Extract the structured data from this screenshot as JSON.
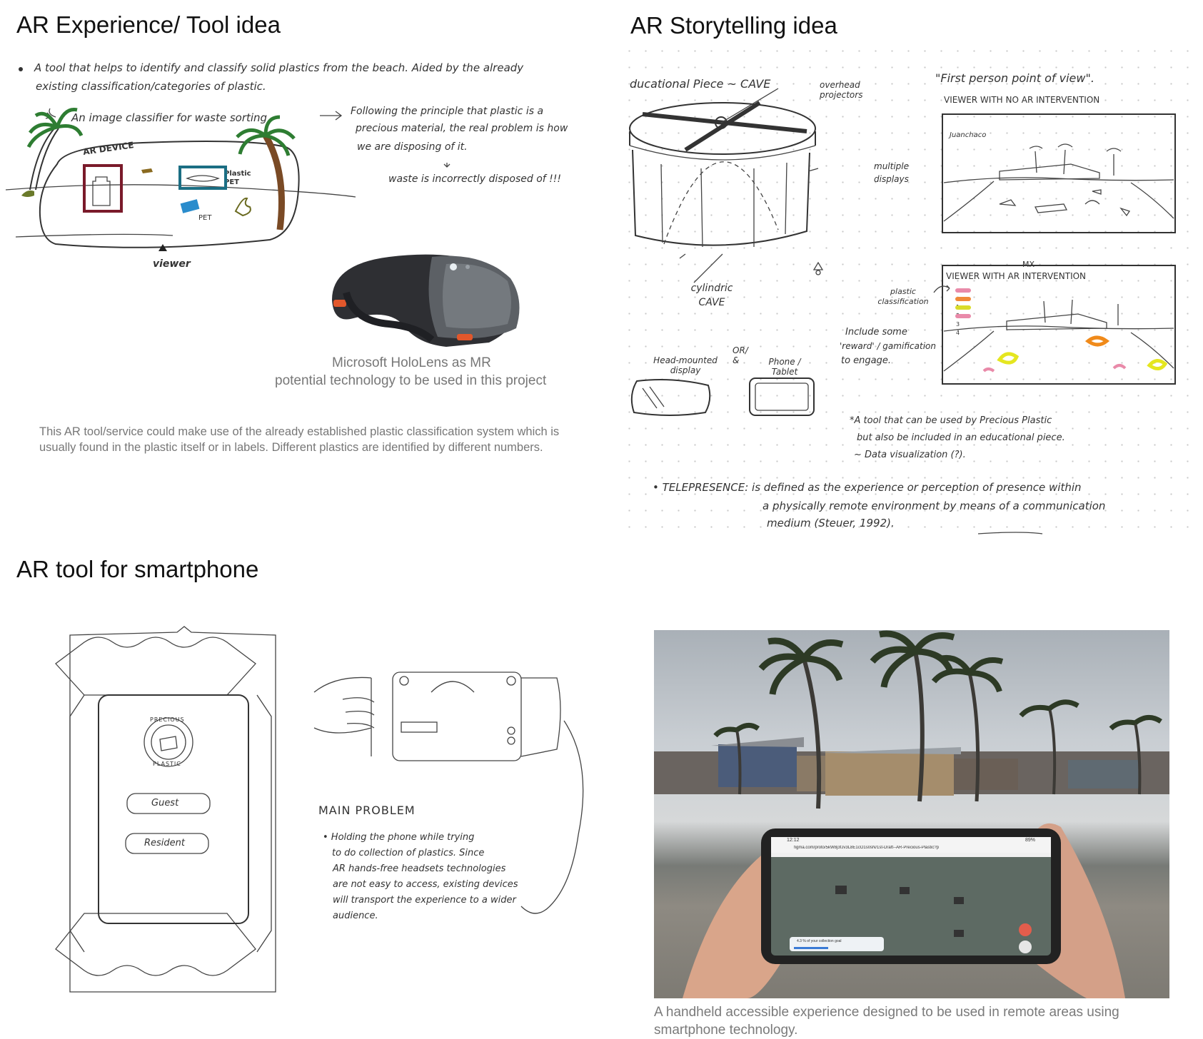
{
  "titles": {
    "tl": "AR Experience/ Tool idea",
    "tr": "AR Storytelling idea",
    "bl": "AR tool for smartphone"
  },
  "sketch1": {
    "bullet_line1": "A tool that helps to identify and classify solid plastics from the beach. Aided by the already",
    "bullet_line2": "existing classification/categories of plastic.",
    "classifier": "An image classifier for waste sorting",
    "principle_line1": "Following the principle that plastic is a",
    "principle_line2": "precious material, the real problem is how",
    "principle_line3": "we are disposing of it.",
    "waste_line": "waste is incorrectly disposed of !!!",
    "ar_device": "AR DEVICE",
    "plastic_pet": "Plastic PET",
    "pet": "PET",
    "viewer": "viewer"
  },
  "hololens": {
    "caption_line1": "Microsoft HoloLens as MR",
    "caption_line2": "potential technology to be used in this project"
  },
  "tool_note": "This AR tool/service could make use of the already established plastic classification system which is usually found in the plastic itself or in labels. Different plastics are identified by different numbers.",
  "sketch2": {
    "edu_piece": "ducational Piece ~ CAVE",
    "overhead": "overhead projectors",
    "multiple": "multiple displays",
    "cylindric": "cylindric CAVE",
    "fpv": "\"First person point of view\".",
    "viewer_no_ar": "VIEWER WITH NO AR INTERVENTION",
    "juanchaco": "Juanchaco",
    "mx": "MX",
    "viewer_ar": "VIEWER WITH AR INTERVENTION",
    "plastic_class": "plastic classification",
    "class_nums": [
      "1",
      "2",
      "3",
      "4"
    ],
    "reward_line1": "Include some",
    "reward_line2": "'reward' / gamification",
    "reward_line3": "to engage.",
    "or_and": "OR/ &",
    "hmd": "Head-mounted display",
    "phone": "Phone / Tablet",
    "note_line1": "*A tool that can be used by Precious Plastic",
    "note_line2": "but also be included in an educational piece.",
    "note_line3": "~ Data visualization (?).",
    "tele_line1": "• TELEPRESENCE: is defined as the experience or perception of presence within",
    "tele_line2": "a physically remote environment by means of a communication",
    "tele_line3": "medium (Steuer, 1992)."
  },
  "sketch3": {
    "guest": "Guest",
    "resident": "Resident",
    "logo_top": "PRECIOUS",
    "logo_bottom": "PLASTIC",
    "main_problem": "MAIN PROBLEM",
    "problem_lines": [
      "• Holding the phone while trying",
      "to do collection of plastics. Since",
      "AR hands-free headsets technologies",
      "are not easy to access, existing devices",
      "will transport the experience to a wider",
      "audience."
    ]
  },
  "photo": {
    "url_bar": "figma.com/proto/5kW8j3fJv3L8E1cO1s0sN/1st-Draft--AR-Precious-Plastic?p",
    "status_time": "12:12",
    "battery": "89%",
    "progress_text": "4.3 % of your collection goal",
    "caption_line1": "A handheld accessible experience designed to be used in remote areas using",
    "caption_line2": "smartphone technology."
  },
  "colors": {
    "title": "#111111",
    "caption": "#777777",
    "sky": "#c9ced3",
    "sand": "#8e8a82",
    "phone_screen": "#5d6a63",
    "hololens_orange": "#e2572b",
    "holo_label_maroon": "#7a1a2a",
    "holo_label_teal": "#1b6e83",
    "highlight_yellow": "#e5e620"
  }
}
